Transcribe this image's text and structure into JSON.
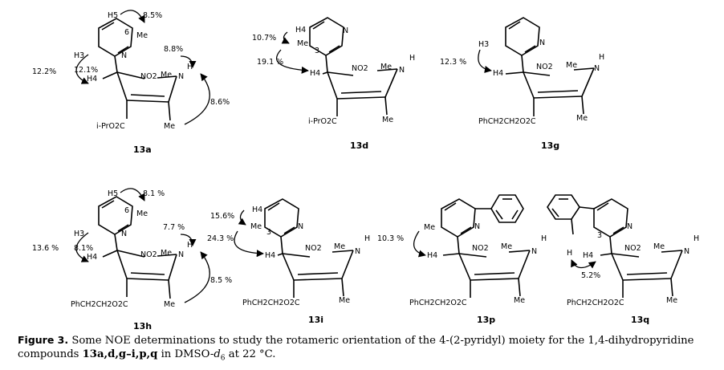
{
  "figure": {
    "compounds": [
      {
        "id": "13a",
        "pyridine_subst_label": "6",
        "pyridine_subst": "Me",
        "proton_a": "H5",
        "proton_b": "H3",
        "ester": "i-PrO2C",
        "noe": [
          "8.5%",
          "12.2%",
          "12.1%",
          "8.8%",
          "8.6%"
        ]
      },
      {
        "id": "13d",
        "ring_locant": "3",
        "ring_subst": "Me",
        "proton_a": "H4",
        "ester": "i-PrO2C",
        "noe": [
          "10.7%",
          "19.1 %"
        ]
      },
      {
        "id": "13g",
        "proton_a": "H3",
        "ester": "PhCH2CH2O2C",
        "noe": [
          "12.3 %"
        ]
      },
      {
        "id": "13h",
        "pyridine_subst_label": "6",
        "pyridine_subst": "Me",
        "proton_a": "H5",
        "proton_b": "H3",
        "ester": "PhCH2CH2O2C",
        "noe": [
          "8.1 %",
          "13.6 %",
          "8.1%",
          "7.7 %",
          "8.5 %"
        ]
      },
      {
        "id": "13i",
        "ring_locant": "3",
        "ring_subst": "Me",
        "proton_a": "H4",
        "ester": "PhCH2CH2O2C",
        "noe": [
          "15.6%",
          "24.3 %"
        ]
      },
      {
        "id": "13p",
        "ring_subst": "Me",
        "ester": "PhCH2CH2O2C",
        "noe": [
          "10.3 %"
        ]
      },
      {
        "id": "13q",
        "ring_locant": "3",
        "ortho_proton": "H",
        "ester": "PhCH2CH2O2C",
        "noe": [
          "5.2%"
        ]
      }
    ],
    "common_labels": {
      "h4": "H4",
      "no2": "NO2",
      "me": "Me",
      "nh": "H",
      "n": "N"
    }
  },
  "caption": {
    "label": "Figure 3.",
    "text": "Some NOE determinations to study the rotameric orientation of the 4-(2-pyridyl) moiety for the 1,4-dihydropyridine compounds",
    "compounds": "13a,d,g–i,p,q",
    "in": "in DMSO-",
    "solvent_sub": "d",
    "solvent_num": "6",
    "temp": "at 22 °C."
  }
}
